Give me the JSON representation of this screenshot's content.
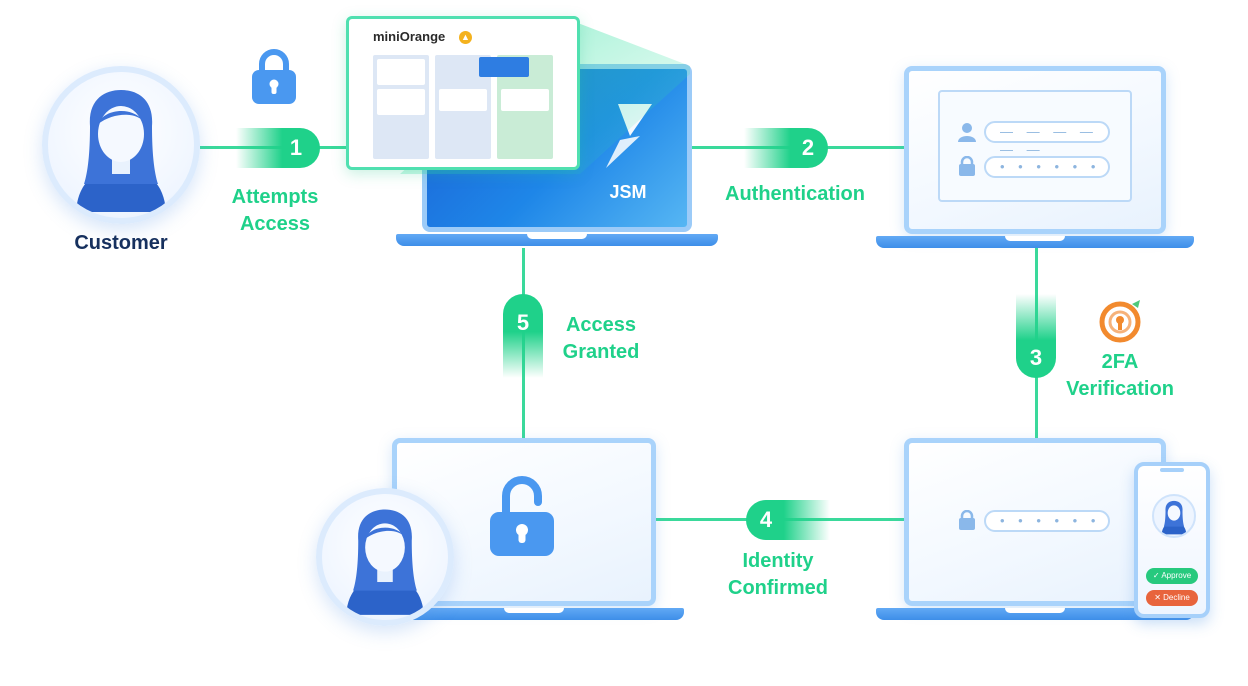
{
  "brand": {
    "logo_text": "miniOrange"
  },
  "nodes": {
    "customer": {
      "label": "Customer"
    },
    "jsm": {
      "label": "JSM"
    }
  },
  "steps": [
    {
      "number": "1",
      "label_line1": "Attempts",
      "label_line2": "Access"
    },
    {
      "number": "2",
      "label_line1": "Authentication"
    },
    {
      "number": "3",
      "label_line1": "2FA",
      "label_line2": "Verification"
    },
    {
      "number": "4",
      "label_line1": "Identity",
      "label_line2": "Confirmed"
    },
    {
      "number": "5",
      "label_line1": "Access",
      "label_line2": "Granted"
    }
  ],
  "login_form": {
    "username_mask": "— — — — — —",
    "password_mask": "• • • • • •"
  },
  "phone": {
    "approve_label": "Approve",
    "decline_label": "Decline"
  },
  "colors": {
    "accent_green": "#1fd18a",
    "primary_blue": "#3d8ee9",
    "dark_text": "#16305e",
    "decline_red": "#e8643c",
    "orange": "#f28a2e"
  },
  "icons": [
    "lock-icon",
    "unlock-icon",
    "user-icon",
    "fingerprint-lock-icon",
    "check-icon",
    "close-icon"
  ]
}
